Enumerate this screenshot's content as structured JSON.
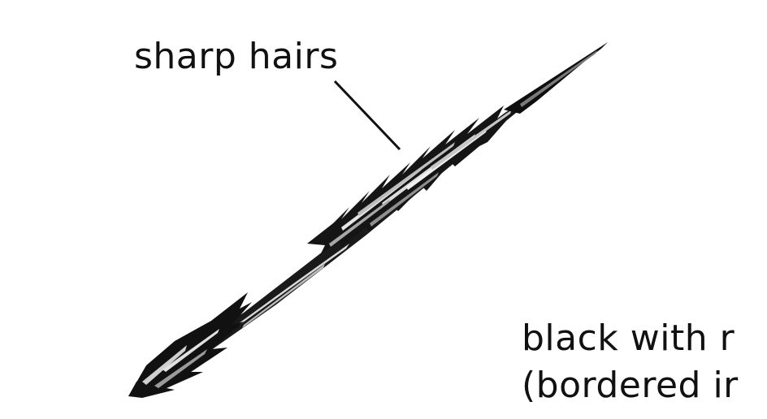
{
  "labels": {
    "top": "sharp hairs",
    "bottom_line1": "black with r",
    "bottom_line2": "(bordered ir"
  },
  "colors": {
    "ink": "#111111",
    "shade": "#3a3a3a",
    "highlight": "#d9d9d9",
    "background": "#ffffff"
  }
}
